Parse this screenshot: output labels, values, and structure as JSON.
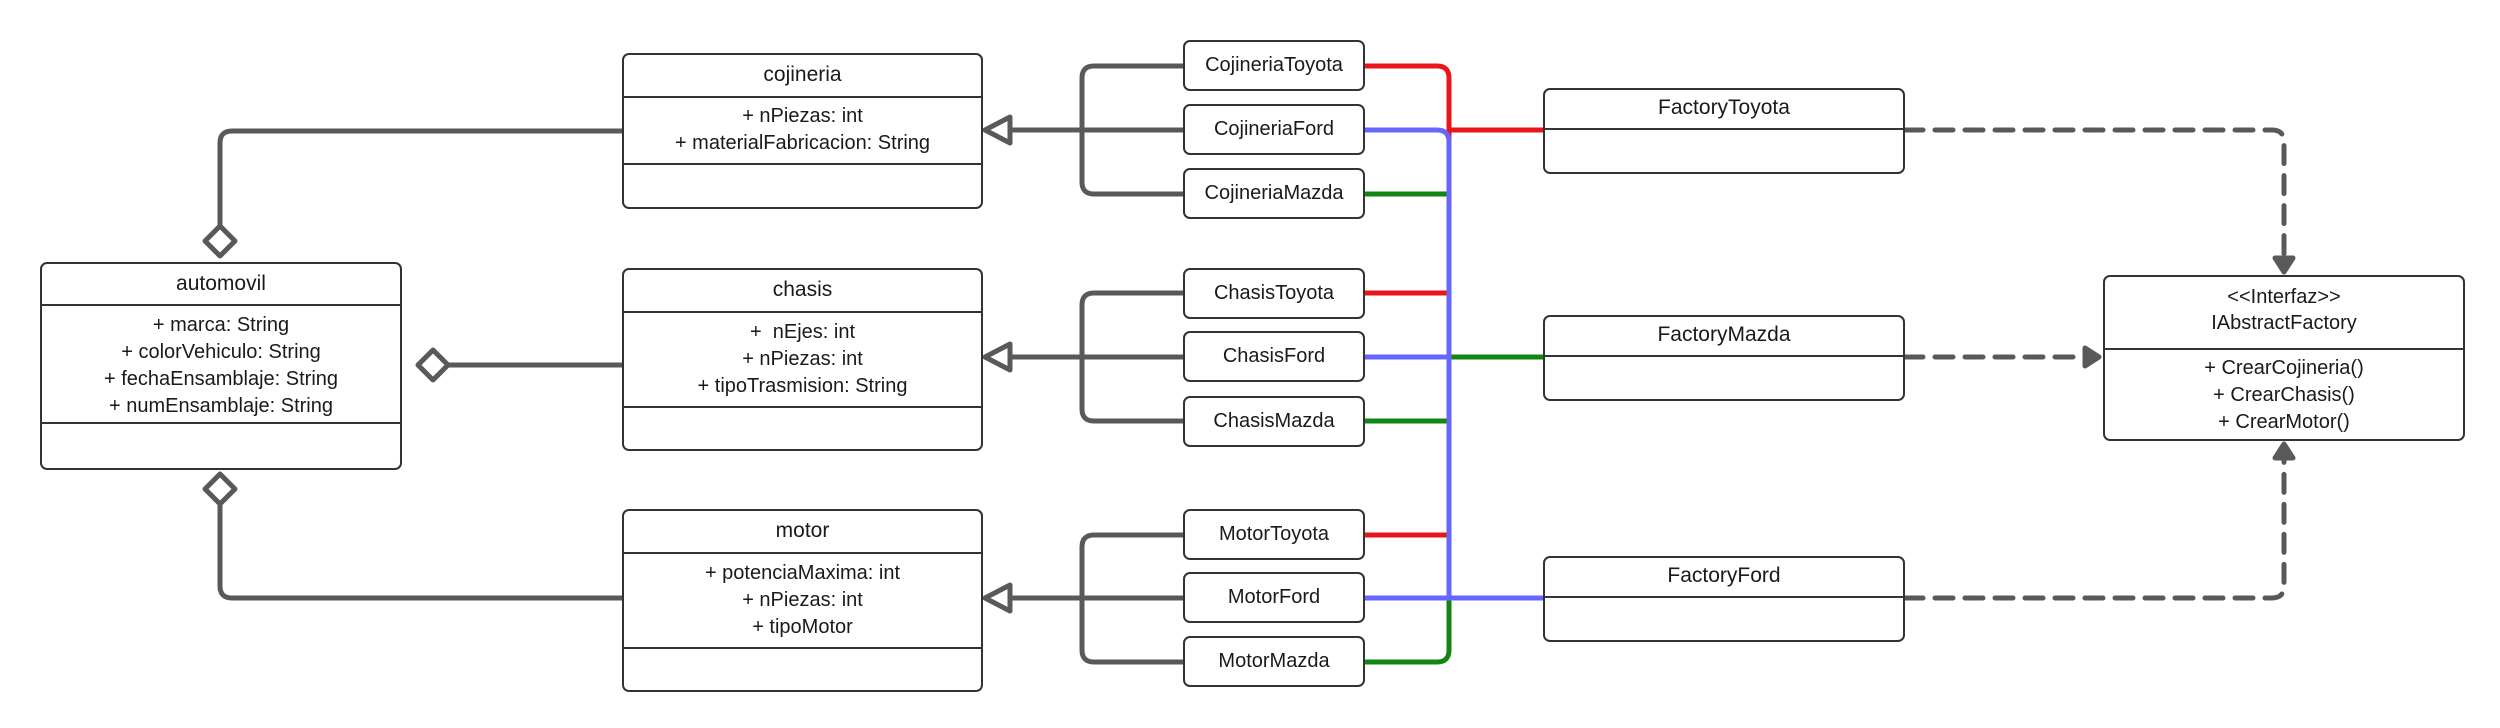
{
  "classes": {
    "automovil": {
      "name": "automovil",
      "attributes": [
        "+ marca: String",
        "+ colorVehiculo: String",
        "+ fechaEnsamblaje: String",
        "+ numEnsamblaje: String"
      ]
    },
    "cojineria": {
      "name": "cojineria",
      "attributes": [
        "+ nPiezas: int",
        "+ materialFabricacion: String"
      ]
    },
    "chasis": {
      "name": "chasis",
      "attributes": [
        "+  nEjes: int",
        "+ nPiezas: int",
        "+ tipoTrasmision: String"
      ]
    },
    "motor": {
      "name": "motor",
      "attributes": [
        "+ potenciaMaxima: int",
        "+ nPiezas: int",
        "+ tipoMotor"
      ]
    }
  },
  "implementations": [
    "CojineriaToyota",
    "CojineriaFord",
    "CojineriaMazda",
    "ChasisToyota",
    "ChasisFord",
    "ChasisMazda",
    "MotorToyota",
    "MotorFord",
    "MotorMazda"
  ],
  "factories": [
    "FactoryToyota",
    "FactoryMazda",
    "FactoryFord"
  ],
  "interface": {
    "stereotype": "<<Interfaz>>",
    "name": "IAbstractFactory",
    "methods": [
      "+ CrearCojineria()",
      "+ CrearChasis()",
      "+ CrearMotor()"
    ]
  },
  "colors": {
    "toyota": "#e8161b",
    "ford": "#6666ff",
    "mazda": "#128512",
    "line": "#595959",
    "border": "#333333"
  }
}
